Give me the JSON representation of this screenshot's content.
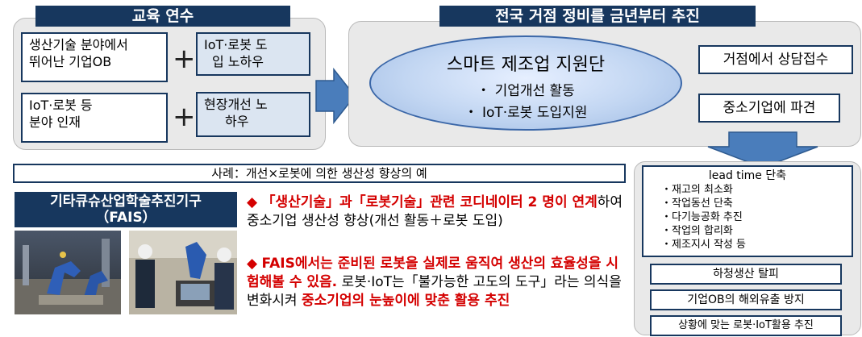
{
  "training": {
    "title": "교육 연수",
    "box1": [
      "생산기술 분야에서",
      "뛰어난 기업OB"
    ],
    "box2": [
      "IoT·로봇 도",
      "입 노하우"
    ],
    "box3": [
      "IoT·로봇 등",
      "분야 인재"
    ],
    "box4": [
      "현장개선 노",
      "하우"
    ],
    "plus": "+"
  },
  "nationwide": {
    "title": "전국 거점 정비를 금년부터 추진",
    "oval_title": "스마트 제조업 지원단",
    "oval_items": [
      "・ 기업개선 활동",
      "・ IoT·로봇 도입지원"
    ],
    "consult": "거점에서 상담접수",
    "dispatch": "중소기업에 파견"
  },
  "example": {
    "banner": "사례：개선×로봇에 의한 생산성 향상의 예",
    "org_name": "기타큐슈산업학술추진기구",
    "org_abbr": "（FAIS）",
    "bullet": "◆",
    "p1_red": "「생산기술」과「로봇기술」관련 코디네이터 2 명이 연계",
    "p1_black": "하여 중소기업 생산성 향상(개선 활동＋로봇 도입)",
    "p2_red1": "FAIS에서는 준비된 로봇을 실제로 움직여 생산의 효율성을 시험해볼 수 있음.",
    "p2_black": " 로봇·IoT는「불가능한 고도의 도구」라는 의식을 변화시켜 ",
    "p2_red2": "중소기업의 눈높이에 맞춘 활용 추진"
  },
  "results": {
    "leadtime_title": "lead time 단축",
    "leadtime_items": [
      "・재고의 최소화",
      "・작업동선 단축",
      "・다기능공화 추진",
      "・작업의 합리화",
      "・제조지시 작성 등"
    ],
    "r1": "하청생산 탈피",
    "r2": "기업OB의 해외유출 방지",
    "r3": "상황에 맞는 로봇·IoT활용 추진"
  },
  "colors": {
    "navy": "#17375e",
    "arrow": "#4a7dbb",
    "red": "#d40000",
    "panel": "#e9e9e9"
  }
}
